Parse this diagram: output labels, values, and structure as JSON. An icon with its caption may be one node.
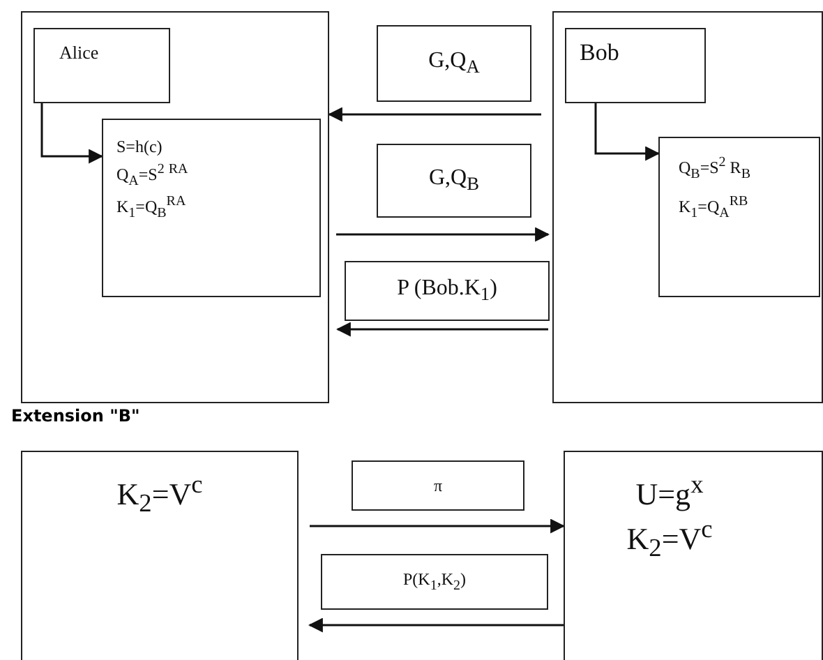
{
  "diagram": {
    "nodes": [
      {
        "text": [],
        "shape": "box"
      },
      {
        "text": [
          "Alice"
        ],
        "in": 0
      },
      {
        "text": [
          "S=h(c)",
          "Q$_{A}$=S$^{2}$ $^{RA}$",
          "K$_{1}$=Q$_{B}$$^{RA}$"
        ],
        "in": 0
      },
      {
        "text": [],
        "shape": "box"
      },
      {
        "text": [
          "Bob"
        ],
        "in": 3
      },
      {
        "text": [
          "Q$_{B}$=S$^{2}$ R$_{B}$",
          "K$_{1}$=Q$_{A}$$^{RB}$"
        ],
        "in": 3
      },
      {
        "text": [
          "G,Q$_{A}$"
        ]
      },
      {
        "text": [
          "G,Q$_{B}$"
        ]
      },
      {
        "text": [
          "P (Bob.K$_{1}$)"
        ]
      },
      {
        "text": [
          "K$_{2}$=V$^{c}$"
        ]
      },
      {
        "text": [
          "π"
        ]
      },
      {
        "text": [
          "U=g$^{x}$",
          "K$_{2}$=V$^{c}$"
        ]
      },
      {
        "text": [
          "P(K$_{1}$,K$_{2}$)"
        ]
      }
    ],
    "edges": [
      {
        "from": 1,
        "to": 2,
        "arrow": "to"
      },
      {
        "from": 4,
        "to": 5,
        "arrow": "to"
      },
      {
        "from": 3,
        "to": 0,
        "arrow": "to"
      },
      {
        "from": 0,
        "to": 3,
        "arrow": "to"
      },
      {
        "from": 3,
        "to": 0,
        "arrow": "to"
      },
      {
        "from": 9,
        "to": 11,
        "arrow": "to"
      },
      {
        "from": 11,
        "to": 9,
        "arrow": "to"
      }
    ],
    "labels": [
      "Extension \"B\""
    ]
  }
}
